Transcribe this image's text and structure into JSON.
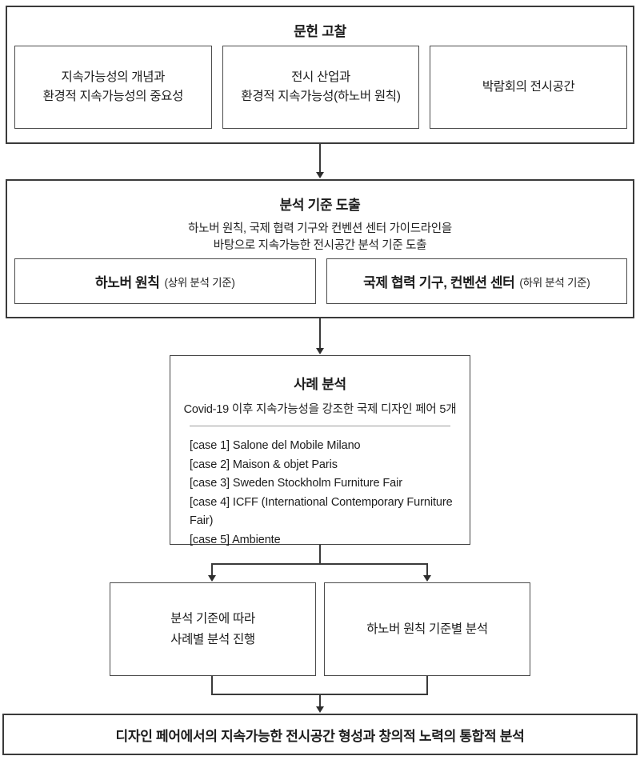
{
  "palette": {
    "background": "#ffffff",
    "section_border": "#3a3a3a",
    "inner_border": "#4b4b4b",
    "text": "#1c1c1c",
    "divider": "#9c9c9c"
  },
  "literature": {
    "title": "문헌 고찰",
    "boxes": [
      {
        "lines": [
          "지속가능성의 개념과",
          "환경적 지속가능성의 중요성"
        ]
      },
      {
        "lines": [
          "전시 산업과",
          "환경적 지속가능성(하노버 원칙)"
        ]
      },
      {
        "lines": [
          "박람회의 전시공간"
        ]
      }
    ]
  },
  "criteria": {
    "title": "분석 기준 도출",
    "subtitle_lines": [
      "하노버 원칙, 국제 협력 기구와 컨벤션 센터 가이드라인을",
      "바탕으로 지속가능한 전시공간 분석 기준 도출"
    ],
    "boxes": [
      {
        "main": "하노버 원칙",
        "note": "(상위 분석 기준)"
      },
      {
        "main": "국제 협력 기구, 컨벤션 센터",
        "note": "(하위 분석 기준)"
      }
    ]
  },
  "case_analysis": {
    "title": "사례 분석",
    "subtitle": "Covid-19 이후 지속가능성을 강조한 국제 디자인 페어 5개",
    "cases": [
      "[case 1] Salone del Mobile Milano",
      "[case 2] Maison & objet Paris",
      "[case 3] Sweden Stockholm Furniture Fair",
      "[case 4] ICFF (International Contemporary Furniture Fair)",
      "[case 5] Ambiente"
    ]
  },
  "parallel": {
    "left": {
      "lines": [
        "분석 기준에 따라",
        "사례별 분석 진행"
      ]
    },
    "right": {
      "lines": [
        "하노버 원칙 기준별 분석"
      ]
    }
  },
  "conclusion": {
    "text": "디자인 페어에서의 지속가능한 전시공간 형성과 창의적 노력의 통합적 분석"
  }
}
